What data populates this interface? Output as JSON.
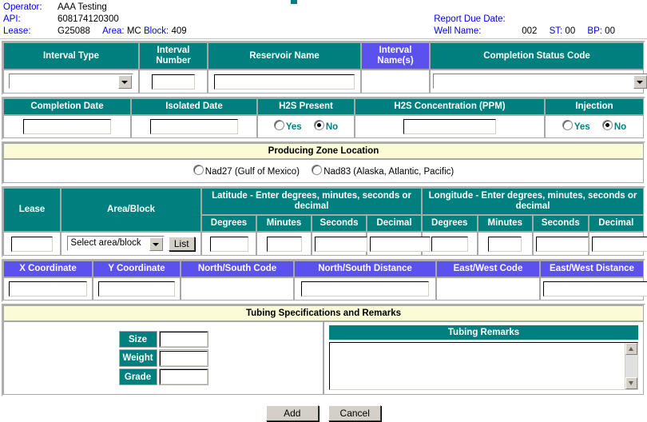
{
  "info_header": {
    "operator_label": "Operator:",
    "operator_value": "AAA Testing",
    "api_label": "API:",
    "api_value": "608174120300",
    "lease_label": "Lease:",
    "lease_value": "G25088",
    "area_label": "Area:",
    "area_value": "MC",
    "block_label": "Block:",
    "block_value": "409",
    "report_due_label": "Report Due Date:",
    "report_due_value": "",
    "well_name_label": "Well Name:",
    "well_name_value": "002",
    "st_label": "ST:",
    "st_value": "00",
    "bp_label": "BP:",
    "bp_value": "00"
  },
  "interval_section": {
    "headers": {
      "interval_type": "Interval Type",
      "interval_number": "Interval Number",
      "reservoir_name": "Reservoir Name",
      "interval_names": "Interval Name(s)",
      "completion_status_code": "Completion Status Code"
    },
    "values": {
      "interval_type": "",
      "interval_number": "",
      "reservoir_name": "",
      "interval_names": "",
      "completion_status_code": ""
    }
  },
  "dates_section": {
    "headers": {
      "completion_date": "Completion Date",
      "isolated_date": "Isolated Date",
      "h2s_present": "H2S Present",
      "h2s_concentration": "H2S Concentration (PPM)",
      "injection": "Injection"
    },
    "values": {
      "completion_date": "",
      "isolated_date": "",
      "h2s_concentration": ""
    },
    "h2s_present_radio": {
      "yes_label": "Yes",
      "no_label": "No",
      "selected": "No"
    },
    "injection_radio": {
      "yes_label": "Yes",
      "no_label": "No",
      "selected": "No"
    }
  },
  "producing_zone": {
    "title": "Producing Zone Location",
    "datum_options": [
      {
        "label": "Nad27 (Gulf of Mexico)",
        "selected": false
      },
      {
        "label": "Nad83 (Alaska, Atlantic, Pacific)",
        "selected": false
      }
    ]
  },
  "location_section": {
    "lease_header": "Lease",
    "area_block_header": "Area/Block",
    "latitude_header": "Latitude - Enter degrees, minutes, seconds or decimal",
    "longitude_header": "Longitude - Enter degrees, minutes, seconds or decimal",
    "sub_headers": {
      "degrees": "Degrees",
      "minutes": "Minutes",
      "seconds": "Seconds",
      "decimal": "Decimal"
    },
    "lease_value": "",
    "area_block_selected": "Select area/block",
    "list_button_label": "List",
    "latitude_values": {
      "degrees": "",
      "minutes": "",
      "seconds": "",
      "decimal": ""
    },
    "longitude_values": {
      "degrees": "",
      "minutes": "",
      "seconds": "",
      "decimal": ""
    }
  },
  "coordinate_section": {
    "headers": {
      "x_coordinate": "X Coordinate",
      "y_coordinate": "Y Coordinate",
      "north_south_code": "North/South Code",
      "north_south_distance": "North/South Distance",
      "east_west_code": "East/West Code",
      "east_west_distance": "East/West Distance"
    },
    "values": {
      "x_coordinate": "",
      "y_coordinate": "",
      "north_south_distance": "",
      "east_west_distance": ""
    }
  },
  "tubing_section": {
    "title": "Tubing Specifications and Remarks",
    "size_label": "Size",
    "weight_label": "Weight",
    "grade_label": "Grade",
    "size_value": "",
    "weight_value": "",
    "grade_value": "",
    "remarks_header": "Tubing Remarks",
    "remarks_value": ""
  },
  "footer": {
    "add_label": "Add",
    "cancel_label": "Cancel"
  },
  "colors": {
    "teal": "#007f7f",
    "purple": "#5b51ec",
    "cream": "#fbfbd8",
    "label_blue": "#0000ee"
  }
}
